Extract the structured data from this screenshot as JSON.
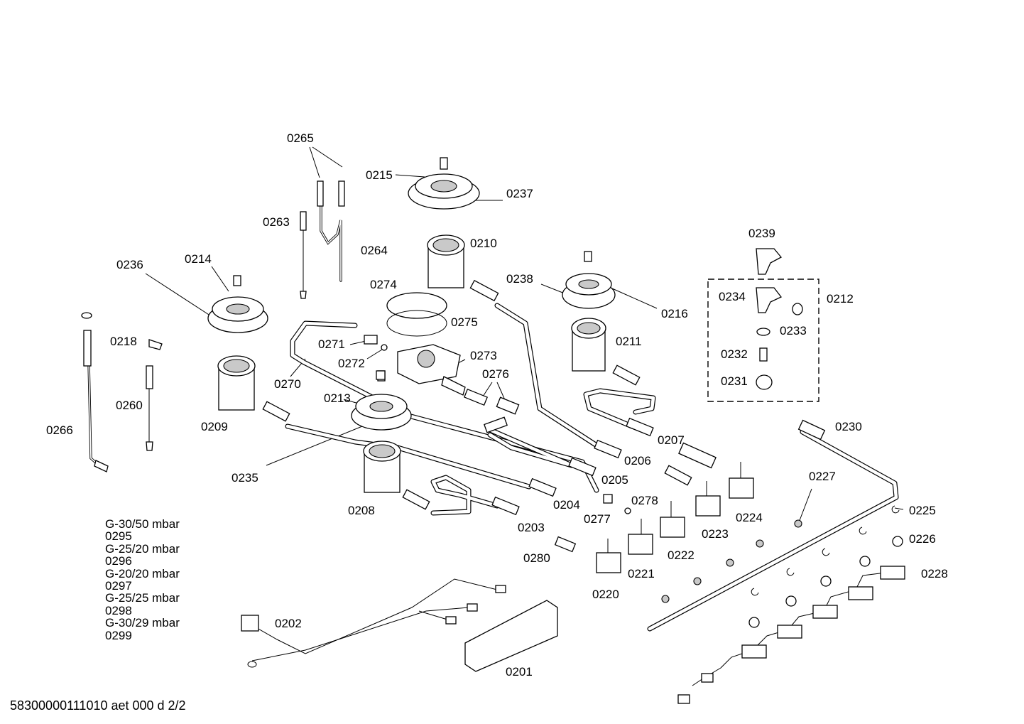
{
  "parts": [
    {
      "id": "0265"
    },
    {
      "id": "0215"
    },
    {
      "id": "0237"
    },
    {
      "id": "0263"
    },
    {
      "id": "0264"
    },
    {
      "id": "0210"
    },
    {
      "id": "0239"
    },
    {
      "id": "0236"
    },
    {
      "id": "0214"
    },
    {
      "id": "0274"
    },
    {
      "id": "0238"
    },
    {
      "id": "0234"
    },
    {
      "id": "0212"
    },
    {
      "id": "0216"
    },
    {
      "id": "0275"
    },
    {
      "id": "0233"
    },
    {
      "id": "0218"
    },
    {
      "id": "0271"
    },
    {
      "id": "0211"
    },
    {
      "id": "0273"
    },
    {
      "id": "0232"
    },
    {
      "id": "0272"
    },
    {
      "id": "0276"
    },
    {
      "id": "0270"
    },
    {
      "id": "0231"
    },
    {
      "id": "0213"
    },
    {
      "id": "0260"
    },
    {
      "id": "0209"
    },
    {
      "id": "0230"
    },
    {
      "id": "0266"
    },
    {
      "id": "0207"
    },
    {
      "id": "0206"
    },
    {
      "id": "0205"
    },
    {
      "id": "0235"
    },
    {
      "id": "0227"
    },
    {
      "id": "0278"
    },
    {
      "id": "0204"
    },
    {
      "id": "0208"
    },
    {
      "id": "0224"
    },
    {
      "id": "0225"
    },
    {
      "id": "0277"
    },
    {
      "id": "0203"
    },
    {
      "id": "0223"
    },
    {
      "id": "0222"
    },
    {
      "id": "0226"
    },
    {
      "id": "0280"
    },
    {
      "id": "0221"
    },
    {
      "id": "0228"
    },
    {
      "id": "0220"
    },
    {
      "id": "0202"
    },
    {
      "id": "0201"
    }
  ],
  "gas_variants": [
    {
      "gas": "G-30/50 mbar",
      "part": "0295"
    },
    {
      "gas": "G-25/20 mbar",
      "part": "0296"
    },
    {
      "gas": "G-20/20 mbar",
      "part": "0297"
    },
    {
      "gas": "G-25/25 mbar",
      "part": "0298"
    },
    {
      "gas": "G-30/29 mbar",
      "part": "0299"
    }
  ],
  "footer": "58300000111010 aet 000 d 2/2"
}
